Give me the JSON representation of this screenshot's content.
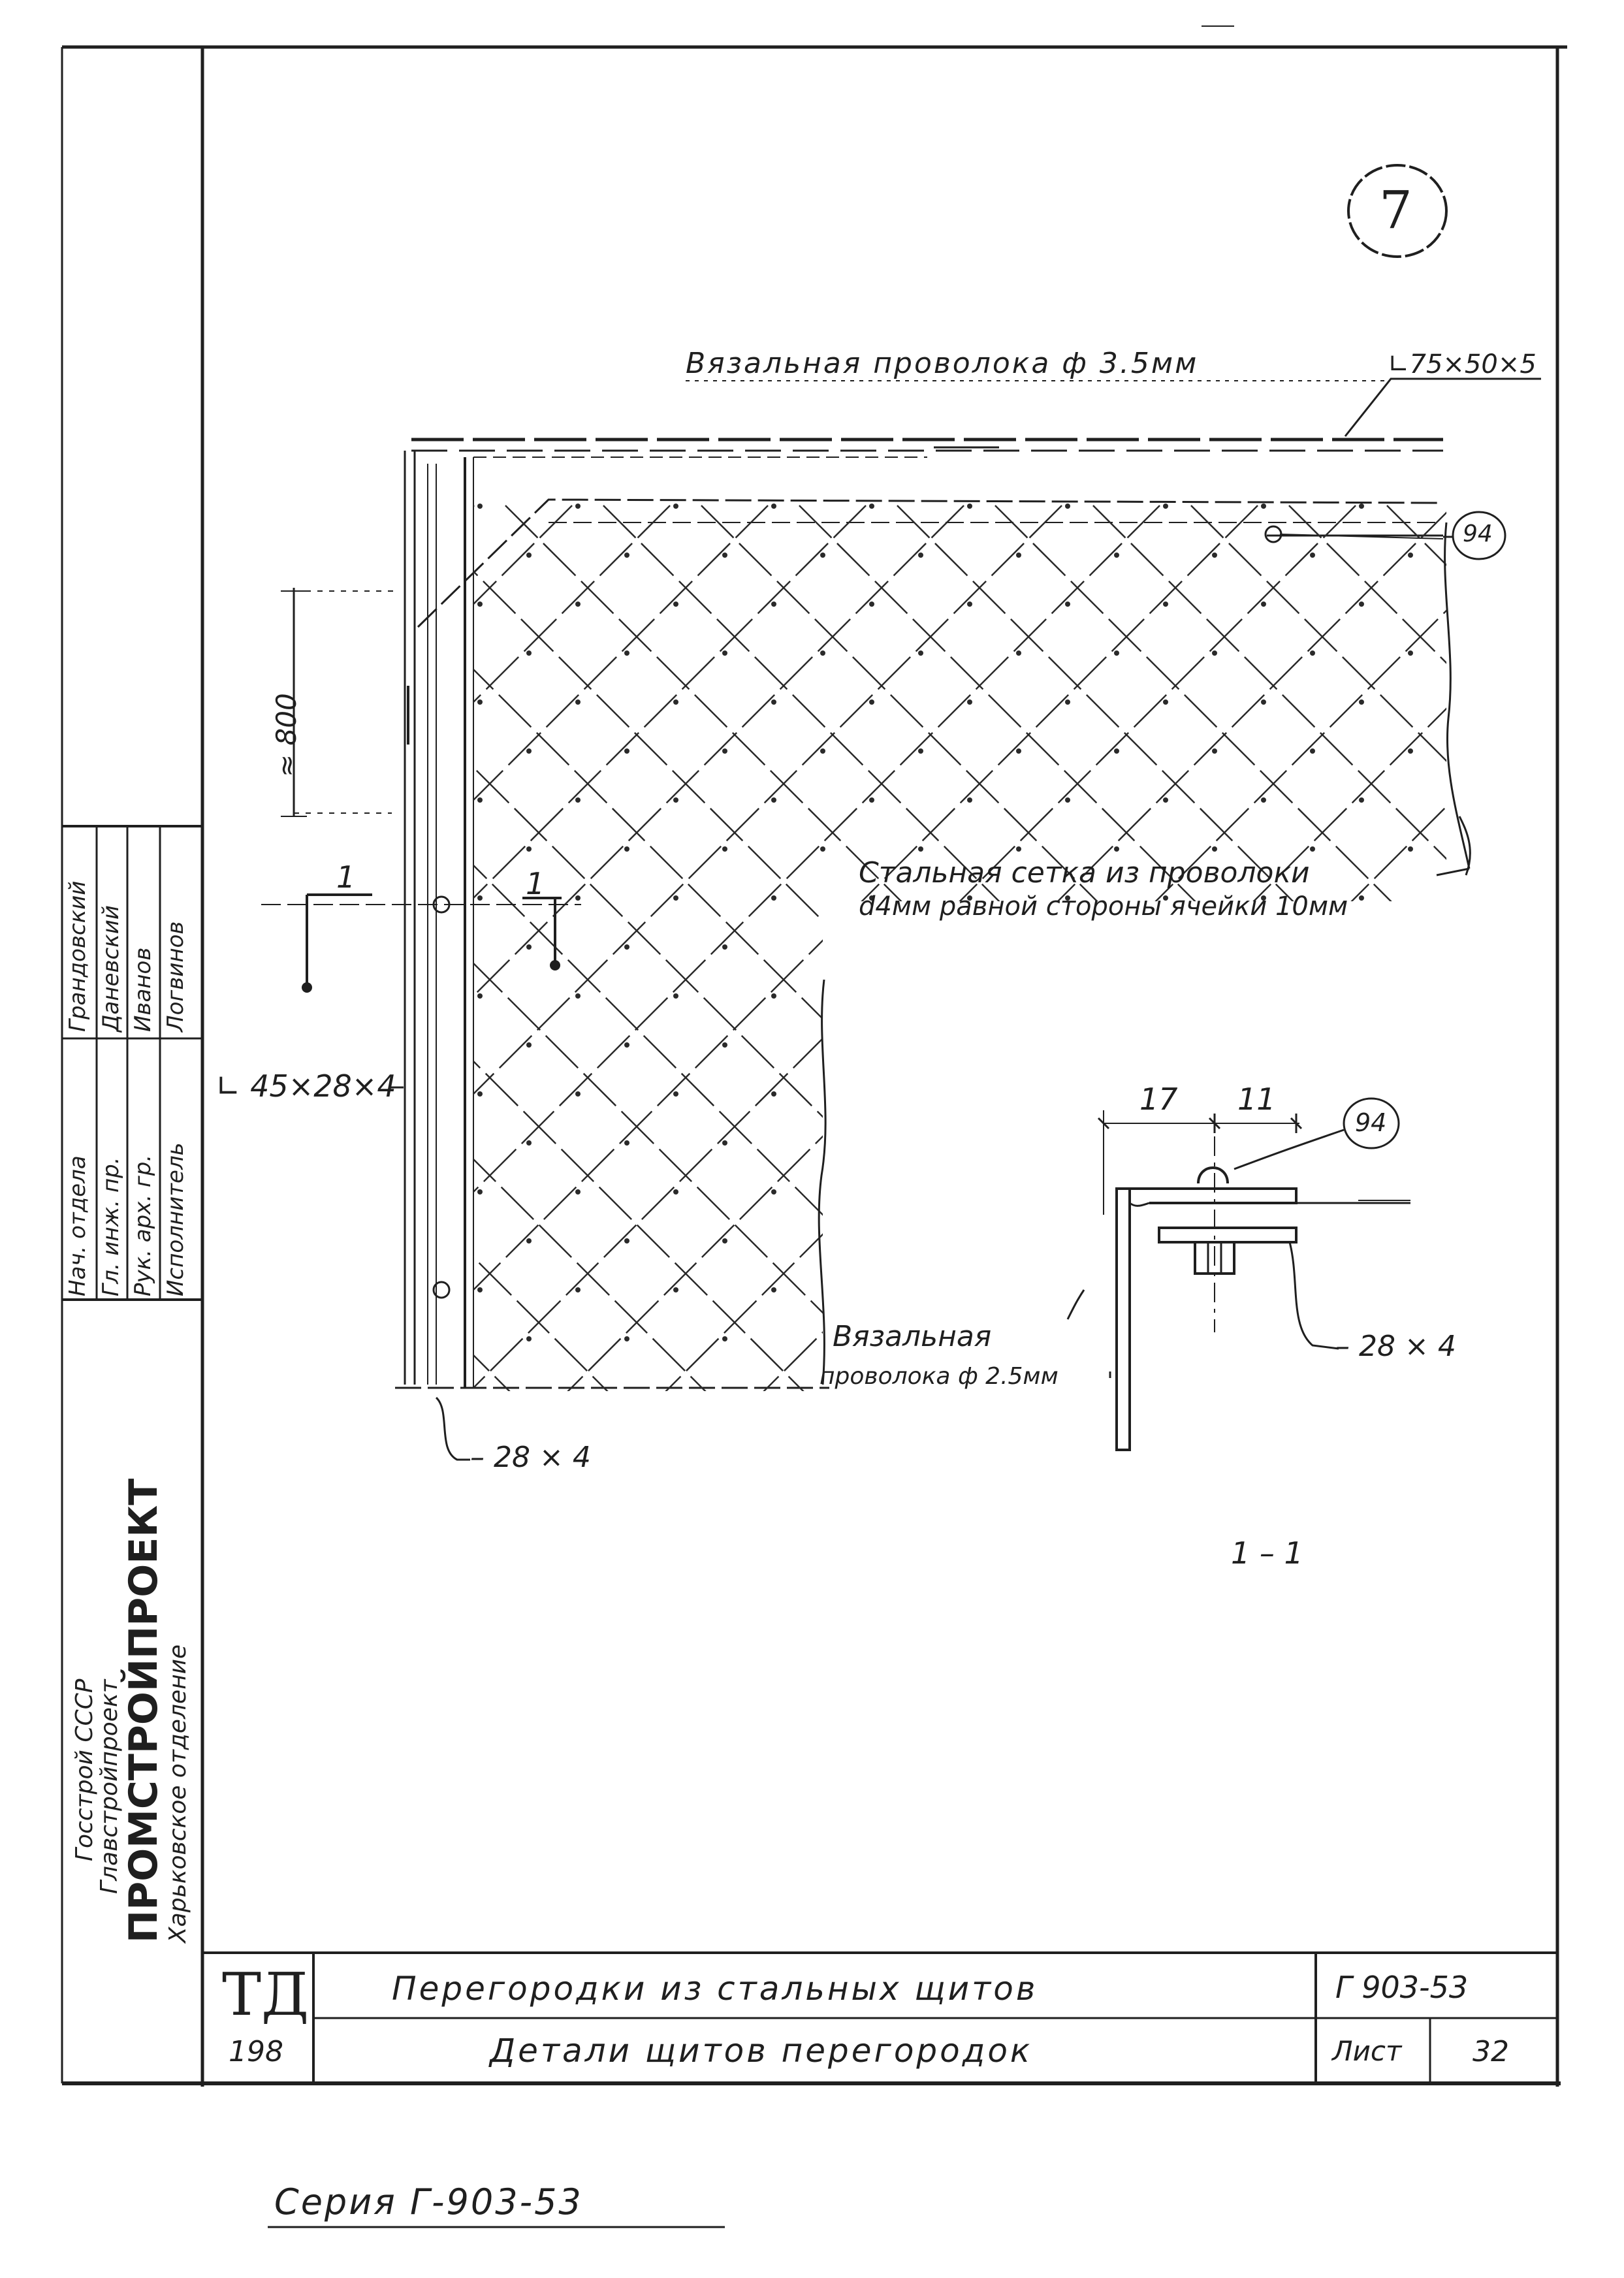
{
  "sheet_number_circle": "7",
  "top_callout": {
    "wire_note": "Вязальная проволока ф 3.5мм",
    "angle_note": "∟75×50×5"
  },
  "position_mark_top": "94",
  "position_mark_detail": "94",
  "dimension_vertical": "≈ 800",
  "section_mark": "1",
  "mesh_note": {
    "line1": "Стальная сетка из проволоки",
    "line2": "d4мм равной стороны ячейки 10мм"
  },
  "angle_label_left": "∟ 45×28×4",
  "strip_label_bottom": "– 28 × 4",
  "detail": {
    "dim_a": "17",
    "dim_b": "11",
    "strip_label": "– 28 × 4",
    "wire_note_line1": "Вязальная",
    "wire_note_line2": "проволока ф 2.5мм",
    "scale": "1 – 1"
  },
  "stamp_left": {
    "org_line1": "Госстрой СССР",
    "org_line2": "Главстройпроект",
    "org_name": "ПРОМСТРОЙПРОЕКТ",
    "org_branch": "Харьковское отделение",
    "sign_rows": [
      {
        "role": "Нач. отдела",
        "name": "Грандовский"
      },
      {
        "role": "Гл. инж. пр.",
        "name": "Даневский"
      },
      {
        "role": "Рук. арх. гр.",
        "name": "Иванов"
      },
      {
        "role": "Исполнитель",
        "name": "Логвинов"
      }
    ]
  },
  "title_block": {
    "logo": "ТД",
    "logo_number": "198",
    "title_line1": "Перегородки из стальных щитов",
    "title_line2": "Детали щитов перегородок",
    "series_code": "Г 903-53",
    "sheet_label": "Лист",
    "sheet_number": "32"
  },
  "series_caption": "Серия Г-903-53",
  "colors": {
    "ink": "#1f1f1f",
    "paper": "#ffffff"
  }
}
